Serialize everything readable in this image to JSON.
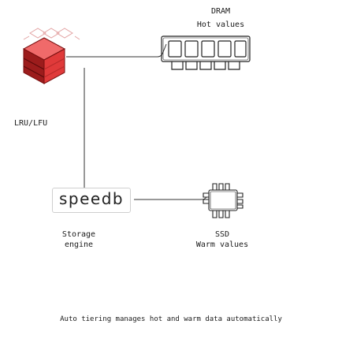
{
  "dram": {
    "title": "DRAM",
    "subtitle": "Hot values"
  },
  "cache_label": "LRU/LFU",
  "logo": {
    "text": "speedb"
  },
  "storage_engine": {
    "line1": "Storage",
    "line2": "engine"
  },
  "ssd": {
    "title": "SSD",
    "subtitle": "Warm values"
  },
  "footer": "Auto tiering manages hot and warm data automatically",
  "colors": {
    "cube_red": "#e03a3a",
    "cube_dark": "#9c1c1c",
    "cube_top": "#f06a6a",
    "line": "#333333",
    "chip_outline": "#222222"
  }
}
